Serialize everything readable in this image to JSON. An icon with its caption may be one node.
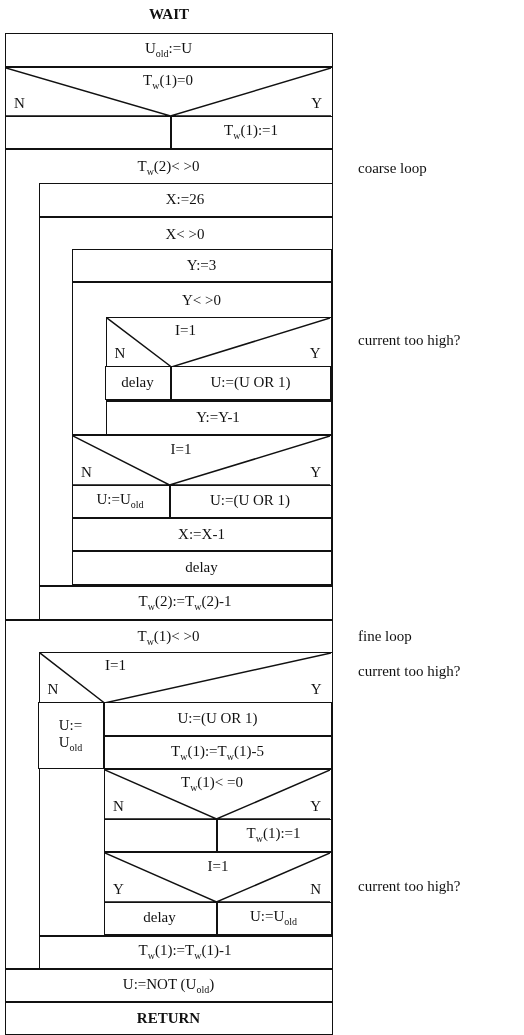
{
  "diagram": {
    "title": "WAIT",
    "nodes": [
      {
        "text": [
          "U$_{old}$:=U"
        ]
      },
      {
        "text": [
          "T$_{w}$(1)=0",
          "N",
          "Y"
        ]
      },
      {
        "text": [],
        "shape": "box",
        "in": 1
      },
      {
        "text": [
          "T$_{w}$(1):=1"
        ],
        "in": 1
      },
      {
        "text": [
          "T$_{w}$(2)< >0"
        ],
        "beside": [
          "coarse loop"
        ]
      },
      {
        "text": [
          "X:=26"
        ],
        "in": 4
      },
      {
        "text": [
          "X< >0"
        ],
        "in": 4
      },
      {
        "text": [
          "Y:=3"
        ],
        "in": 6
      },
      {
        "text": [
          "Y< >0"
        ],
        "in": 6
      },
      {
        "text": [
          "I=1",
          "N",
          "Y"
        ],
        "in": 8,
        "beside": [
          "current too high?"
        ]
      },
      {
        "text": [
          "delay"
        ],
        "in": 9
      },
      {
        "text": [
          "U:=(U OR 1)"
        ],
        "in": 9
      },
      {
        "text": [
          "Y:=Y-1"
        ],
        "in": 8
      },
      {
        "text": [
          "I=1",
          "N",
          "Y"
        ],
        "in": 6
      },
      {
        "text": [
          "U:=U$_{old}$"
        ],
        "in": 13
      },
      {
        "text": [
          "U:=(U OR 1)"
        ],
        "in": 13
      },
      {
        "text": [
          "X:=X-1"
        ],
        "in": 6
      },
      {
        "text": [
          "delay"
        ],
        "in": 6
      },
      {
        "text": [
          "T$_{w}$(2):=T$_{w}$(2)-1"
        ],
        "in": 4
      },
      {
        "text": [
          "T$_{w}$(1)< >0"
        ],
        "beside": [
          "fine loop"
        ]
      },
      {
        "text": [
          "I=1",
          "N",
          "Y"
        ],
        "in": 19,
        "beside": [
          "current too high?"
        ]
      },
      {
        "text": [
          "U:= U$_{old}$"
        ],
        "in": 20
      },
      {
        "text": [
          "U:=(U OR 1)"
        ],
        "in": 20
      },
      {
        "text": [
          "T$_{w}$(1):=T$_{w}$(1)-5"
        ],
        "in": 20
      },
      {
        "text": [
          "T$_{w}$(1)< =0",
          "N",
          "Y"
        ],
        "in": 20
      },
      {
        "text": [],
        "shape": "box",
        "in": 24
      },
      {
        "text": [
          "T$_{w}$(1):=1"
        ],
        "in": 24
      },
      {
        "text": [
          "I=1",
          "Y",
          "N"
        ],
        "in": 20,
        "beside": [
          "current too high?"
        ]
      },
      {
        "text": [
          "delay"
        ],
        "in": 27
      },
      {
        "text": [
          "U:=U$_{old}$"
        ],
        "in": 27
      },
      {
        "text": [
          "T$_{w}$(1):=T$_{w}$(1)-1"
        ],
        "in": 19
      },
      {
        "text": [
          "U:=NOT (U$_{old}$)"
        ]
      },
      {
        "text": [
          "RETURN"
        ]
      }
    ]
  }
}
